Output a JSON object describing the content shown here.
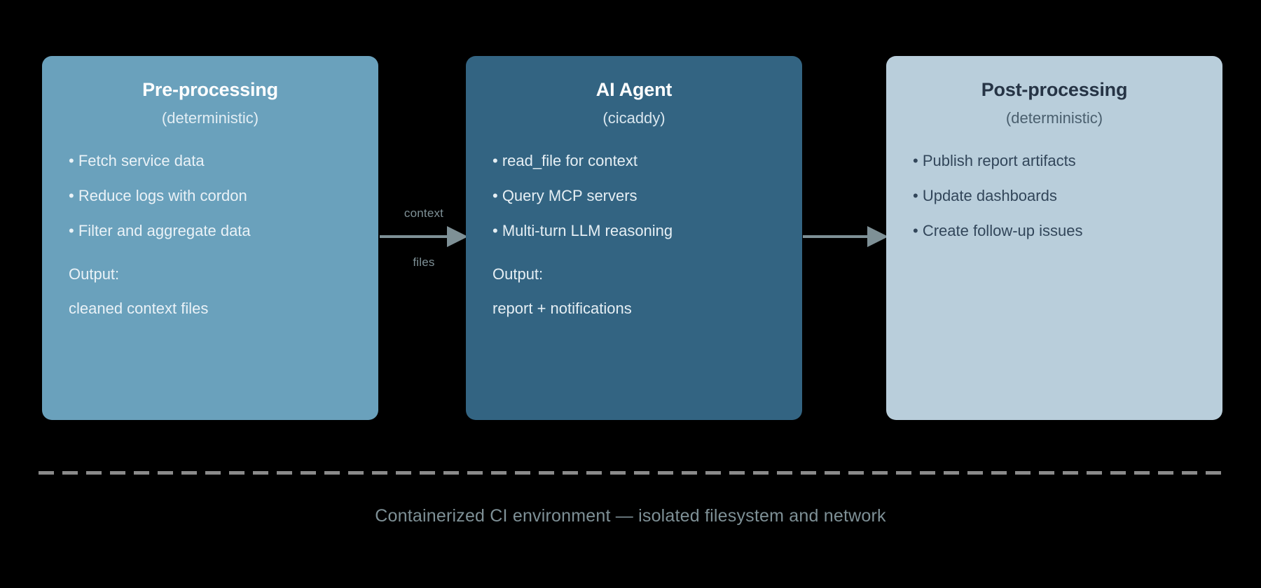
{
  "diagram": {
    "background_color": "#000000",
    "stages": [
      {
        "id": "pre-processing",
        "title": "Pre-processing",
        "subtitle": "(deterministic)",
        "box_color": "#6AA1BC",
        "title_color": "#FFFFFF",
        "bullets": [
          "• Fetch service data",
          "• Reduce logs with cordon",
          "• Filter and aggregate data"
        ],
        "output_label": "Output:",
        "output_value": "cleaned context files"
      },
      {
        "id": "ai-agent",
        "title": "AI Agent",
        "subtitle": "(cicaddy)",
        "box_color": "#336482",
        "title_color": "#FFFFFF",
        "bullets": [
          "• read_file for context",
          "• Query MCP servers",
          "• Multi-turn LLM reasoning"
        ],
        "output_label": "Output:",
        "output_value": "report + notifications"
      },
      {
        "id": "post-processing",
        "title": "Post-processing",
        "subtitle": "(deterministic)",
        "box_color": "#B9CEDB",
        "title_color": "#263445",
        "bullets": [
          "• Publish report artifacts",
          "• Update dashboards",
          "• Create follow-up issues"
        ],
        "output_label": "",
        "output_value": ""
      }
    ],
    "arrows": [
      {
        "id": "pre-to-agent",
        "label_top": "context",
        "label_bottom": "files",
        "color": "#7E9096"
      },
      {
        "id": "agent-to-post",
        "label_top": "",
        "label_bottom": "",
        "color": "#7E9096"
      }
    ],
    "container": {
      "divider_color": "#8A8A8A",
      "caption": "Containerized CI environment — isolated filesystem and network",
      "caption_color": "#7E9096"
    }
  }
}
